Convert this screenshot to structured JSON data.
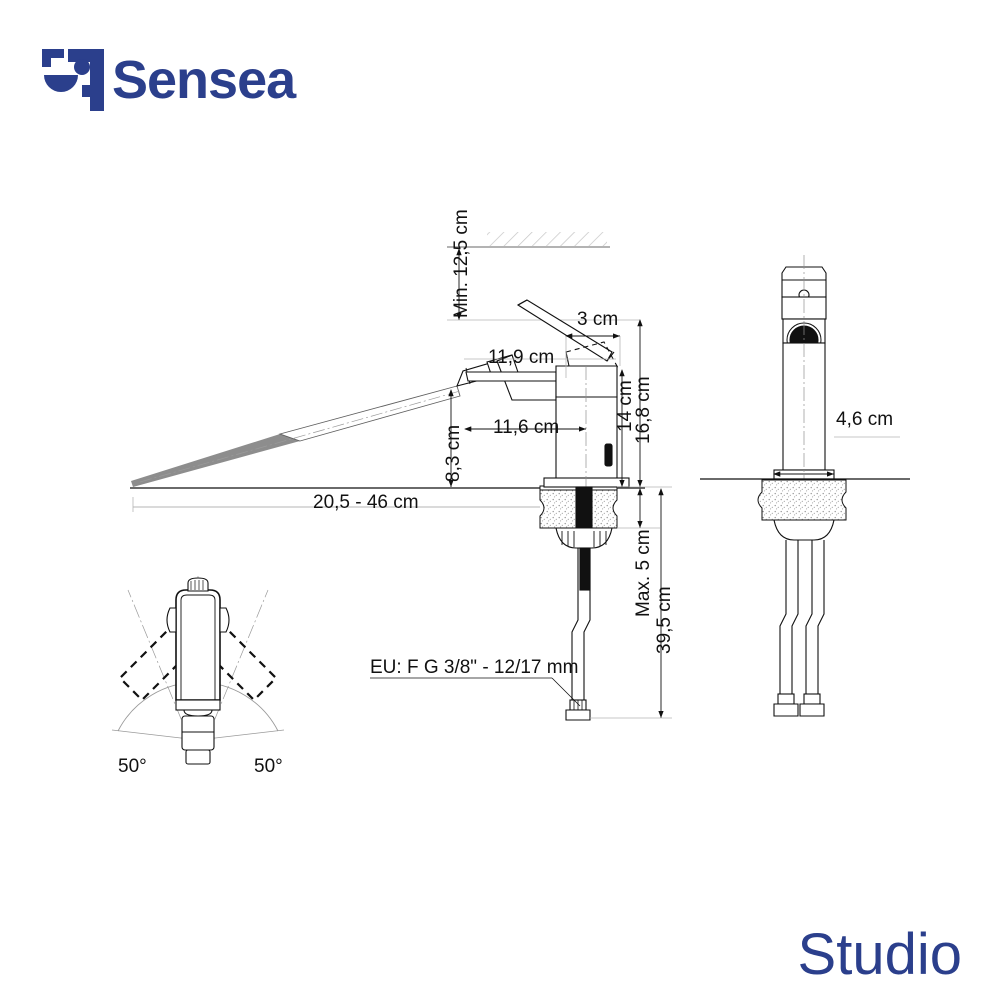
{
  "brand": {
    "logo_icon": "sensea-face-logo-icon",
    "name": "Sensea",
    "color": "#2b3f8c"
  },
  "product": {
    "name": "Studio",
    "color": "#2b3f8c"
  },
  "drawing": {
    "title": "Bidet mixer tap technical dimension drawing",
    "line_color": "#111111",
    "hatch_color": "#b8b8b8",
    "jet_color": "#8a8a8a"
  },
  "dimensions": {
    "min_clearance": "Min. 12,5 cm",
    "handle_lift": "3 cm",
    "handle_reach": "11,9 cm",
    "spout_reach": "11,6 cm",
    "spout_height": "8,3 cm",
    "body_height": "14 cm",
    "total_height": "16,8 cm",
    "jet_range": "20,5 - 46 cm",
    "deck_thickness": "Max. 5 cm",
    "overall_length": "39,5 cm",
    "body_width": "4,6 cm",
    "thread_spec": "EU: F G 3/8\" - 12/17 mm"
  },
  "swivel": {
    "left_angle": "50°",
    "right_angle": "50°"
  }
}
